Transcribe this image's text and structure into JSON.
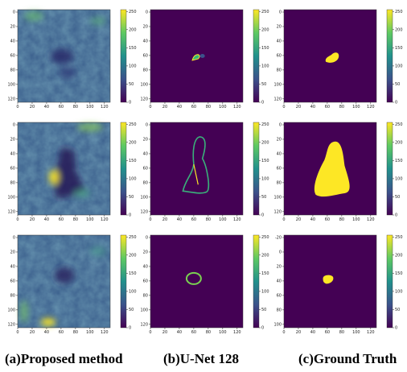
{
  "figure": {
    "captions": [
      "(a)Proposed method",
      "(b)U-Net 128",
      "(c)Ground Truth"
    ],
    "colormap": "viridis",
    "colors": {
      "low": "#440154",
      "mid": "#21918c",
      "high": "#fde725"
    }
  },
  "axes": {
    "x_ticks": [
      "0",
      "20",
      "40",
      "60",
      "80",
      "100",
      "120"
    ],
    "y_ticks": [
      "0",
      "20",
      "40",
      "60",
      "80",
      "100",
      "120"
    ],
    "y_ticks_row3_col3": [
      "-20",
      "0",
      "20",
      "40",
      "60",
      "80",
      "100"
    ],
    "colorbar_ticks": [
      "0",
      "50",
      "100",
      "150",
      "200",
      "250"
    ]
  },
  "panels": [
    {
      "row": 1,
      "col": 1,
      "content": "noisy-reconstruction"
    },
    {
      "row": 1,
      "col": 2,
      "content": "small-blob-segmentation"
    },
    {
      "row": 1,
      "col": 3,
      "content": "ground-truth-small-blob"
    },
    {
      "row": 2,
      "col": 1,
      "content": "noisy-reconstruction-with-hand-shape"
    },
    {
      "row": 2,
      "col": 2,
      "content": "outline-segmentation"
    },
    {
      "row": 2,
      "col": 3,
      "content": "ground-truth-large-blob"
    },
    {
      "row": 3,
      "col": 1,
      "content": "noisy-reconstruction-with-hotspot"
    },
    {
      "row": 3,
      "col": 2,
      "content": "ring-segmentation"
    },
    {
      "row": 3,
      "col": 3,
      "content": "ground-truth-small-blob-2"
    }
  ]
}
